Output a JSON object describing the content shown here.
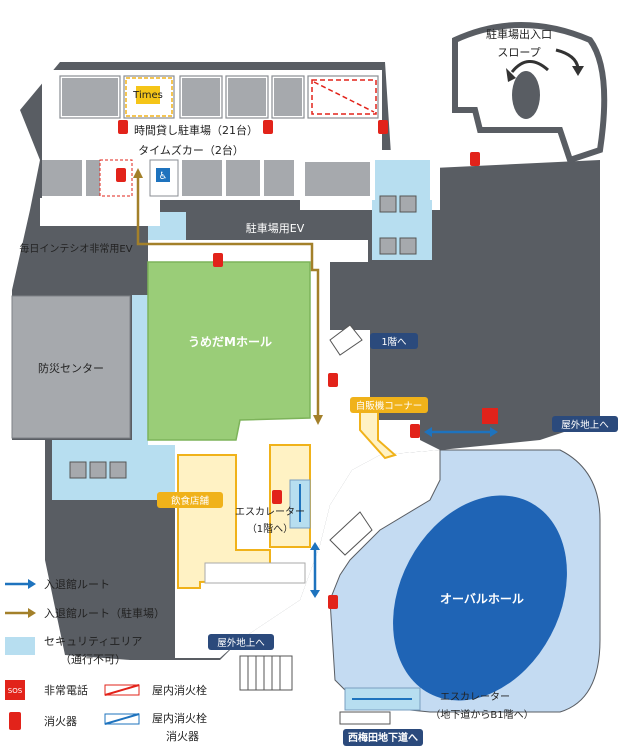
{
  "labels": {
    "parking_exit": "駐車場出入口",
    "slope": "スロープ",
    "timed_parking": "時間貸し駐車場（21台）",
    "times_car": "タイムズカー（2台）",
    "times_logo": "Times",
    "parking_ev": "駐車場用EV",
    "mainichi_ev": "毎日インテシオ非常用EV",
    "disaster_center": "防災センター",
    "umeda_hall": "うめだMホール",
    "vending_corner": "自販機コーナー",
    "food_area": "飲食店舗",
    "escalator_1f": "エスカレーター",
    "escalator_1f_sub": "（1階へ）",
    "oval_hall": "オーバルホール",
    "escalator_b1": "エスカレーター",
    "escalator_b1_sub": "（地下道からB1階へ）",
    "to_1f": "1階へ",
    "outdoor_ground_right": "屋外地上へ",
    "outdoor_ground_left": "屋外地上へ",
    "nishiumeda_underpass": "西梅田地下道へ",
    "sos": "SOS"
  },
  "legend": {
    "entry_route": "入退館ルート",
    "entry_route_parking": "入退館ルート（駐車場）",
    "security_area": "セキュリティエリア",
    "security_area_sub": "（通行不可）",
    "emergency_phone": "非常電話",
    "indoor_hydrant": "屋内消火栓",
    "extinguisher": "消火器",
    "indoor_hydrant_ext": "屋内消火栓",
    "indoor_hydrant_ext_sub": "消火器"
  },
  "colors": {
    "building": "#595d63",
    "wall_light": "#a6a9ad",
    "security": "#b7def0",
    "hall_green": "#9acd78",
    "food_yellow": "#fff2c4",
    "oval_blue": "#1f64b5",
    "oval_outer": "#c4dbf2",
    "blue_route": "#1e73be",
    "gold_route": "#a3802a",
    "tag_navy": "#2b4a7c",
    "tag_gold": "#f0b21a",
    "red": "#e2231a"
  }
}
